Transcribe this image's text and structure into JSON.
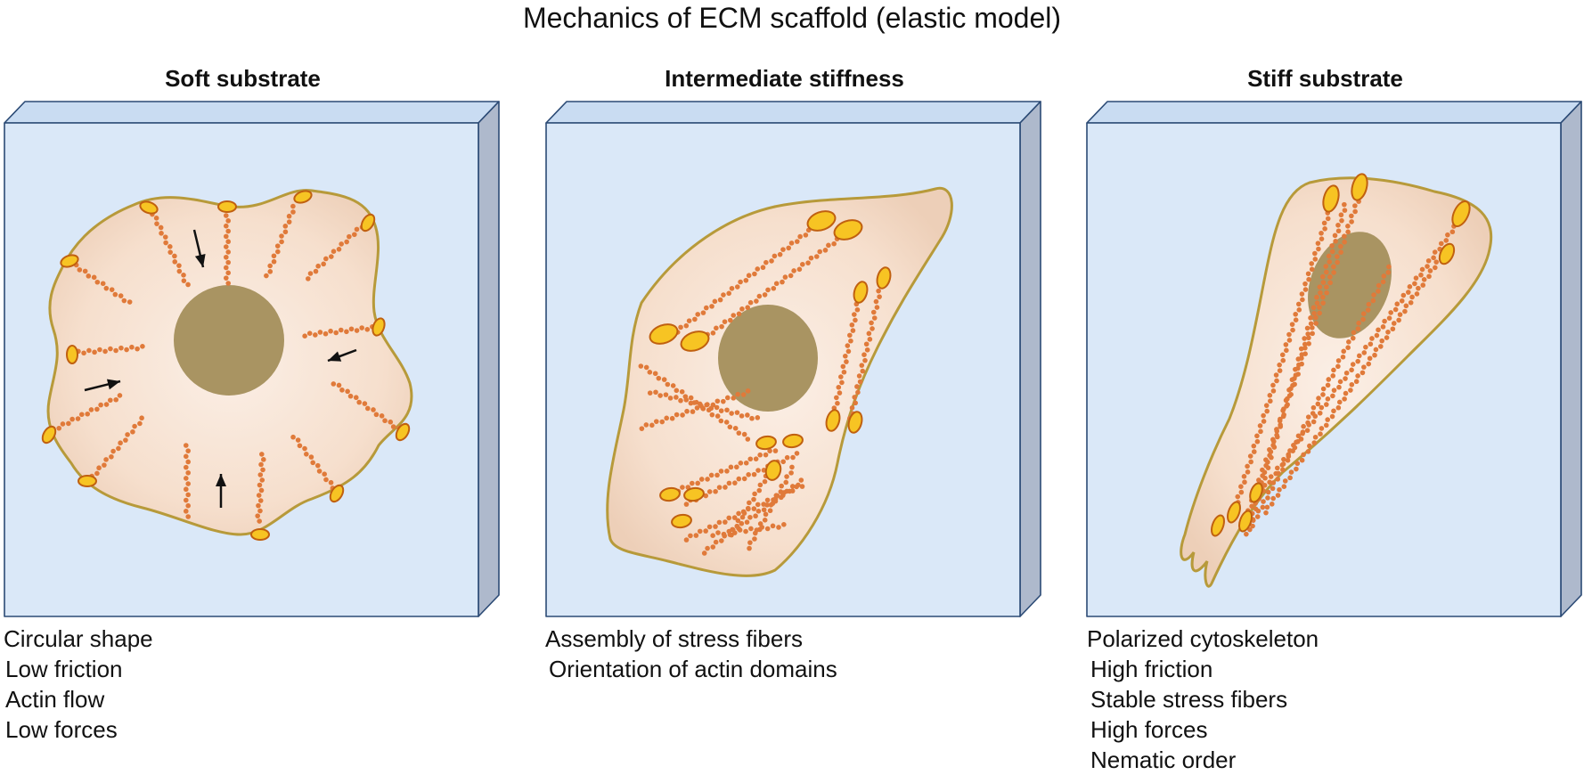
{
  "title": "Mechanics of ECM scaffold (elastic model)",
  "panels": [
    {
      "title": "Soft substrate",
      "lines": [
        "Circular shape",
        "Low friction",
        "Actin flow",
        "Low forces"
      ]
    },
    {
      "title": "Intermediate stiffness",
      "lines": [
        "Assembly of stress fibers",
        "Orientation of actin domains"
      ]
    },
    {
      "title": "Stiff substrate",
      "lines": [
        "Polarized cytoskeleton",
        "High friction",
        "Stable stress fibers",
        "High forces",
        "Nematic order"
      ]
    }
  ],
  "colors": {
    "substrate_face": "#dae8f8",
    "substrate_top": "#c9dcf2",
    "substrate_side": "#aeb9cc",
    "substrate_edge": "#2b4a75",
    "cell_fill": "#f7e3d3",
    "cell_outline": "#b79a3a",
    "nucleus": "#a99462",
    "actin": "#e07a3a",
    "adhesion_fill": "#f7c423",
    "adhesion_stroke": "#c06010",
    "arrow": "#111111"
  }
}
